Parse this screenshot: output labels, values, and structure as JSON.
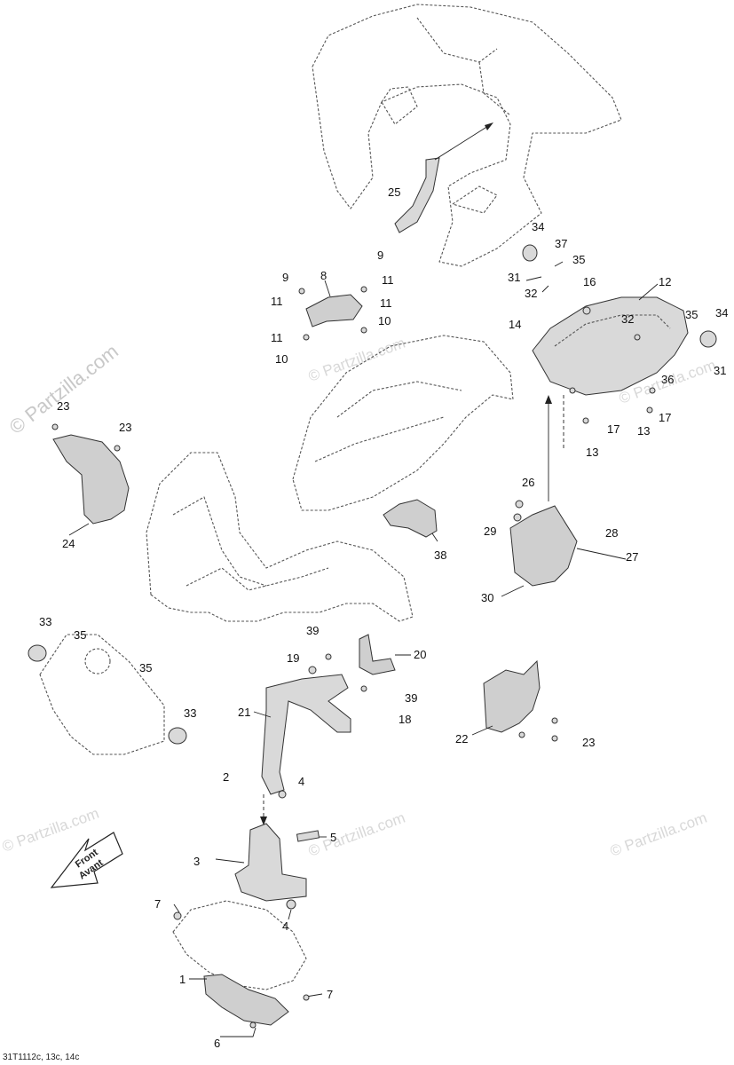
{
  "watermark": {
    "main": "© Partzilla.com",
    "repeat": "© Partzilla.com"
  },
  "diagram_code": "31T1112c, 13c, 14c",
  "front_arrow": {
    "line1": "Front",
    "line2": "Avant"
  },
  "callouts": {
    "c1": "1",
    "c2": "2",
    "c3": "3",
    "c4a": "4",
    "c4b": "4",
    "c5": "5",
    "c6": "6",
    "c7a": "7",
    "c7b": "7",
    "c8": "8",
    "c9a": "9",
    "c9b": "9",
    "c10a": "10",
    "c10b": "10",
    "c11a": "11",
    "c11b": "11",
    "c11c": "11",
    "c11d": "11",
    "c12": "12",
    "c13a": "13",
    "c13b": "13",
    "c14": "14",
    "c16": "16",
    "c17a": "17",
    "c17b": "17",
    "c18": "18",
    "c19": "19",
    "c20": "20",
    "c21": "21",
    "c22": "22",
    "c23a": "23",
    "c23b": "23",
    "c23c": "23",
    "c24": "24",
    "c25": "25",
    "c26": "26",
    "c27": "27",
    "c28": "28",
    "c29": "29",
    "c30": "30",
    "c31a": "31",
    "c31b": "31",
    "c32a": "32",
    "c32b": "32",
    "c33a": "33",
    "c33b": "33",
    "c34a": "34",
    "c34b": "34",
    "c35a": "35",
    "c35b": "35",
    "c35c": "35",
    "c35d": "35",
    "c36": "36",
    "c37": "37",
    "c38": "38",
    "c39a": "39",
    "c39b": "39"
  }
}
